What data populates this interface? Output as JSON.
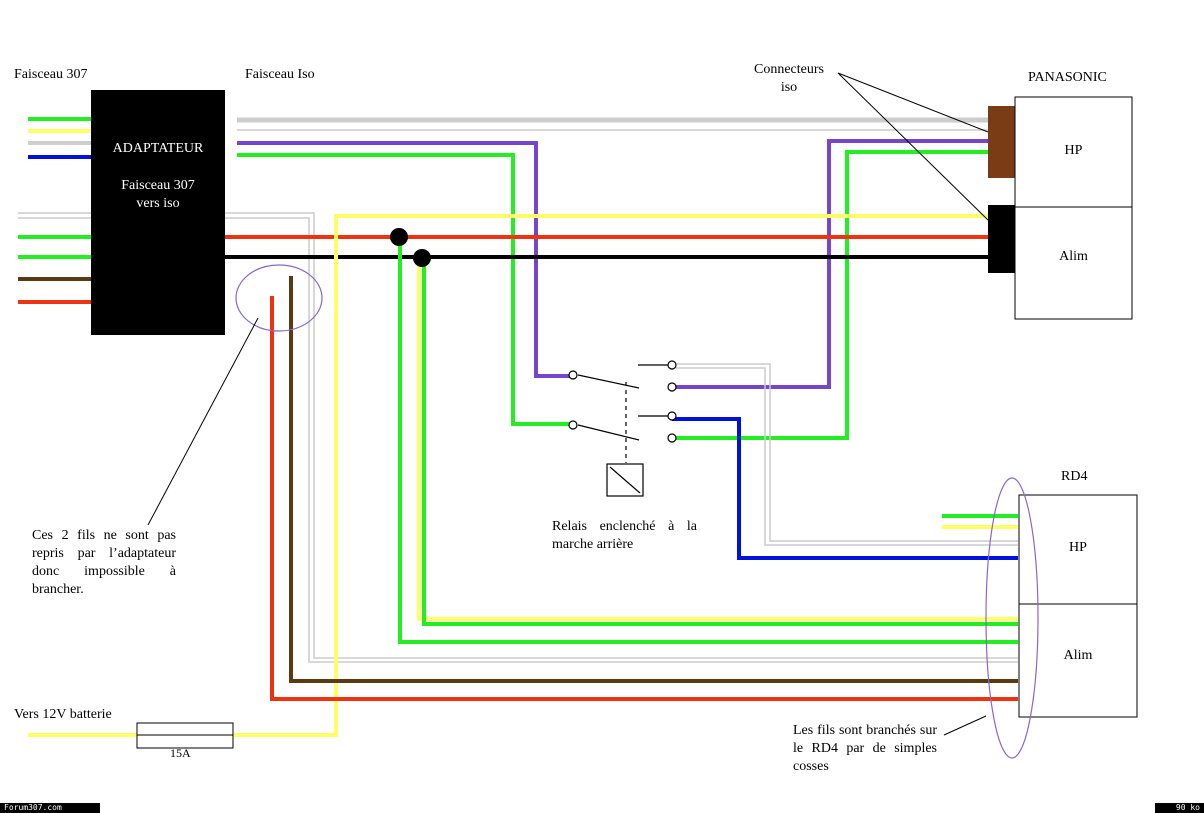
{
  "labels": {
    "faisceau_307": "Faisceau 307",
    "faisceau_iso": "Faisceau Iso",
    "adaptateur_title": "ADAPTATEUR",
    "adaptateur_sub_1": "Faisceau 307",
    "adaptateur_sub_2": "vers iso",
    "connecteurs_1": "Connecteurs",
    "connecteurs_2": "iso",
    "panasonic": "PANASONIC",
    "panasonic_hp": "HP",
    "panasonic_alim": "Alim",
    "rd4": "RD4",
    "rd4_hp": "HP",
    "rd4_alim": "Alim",
    "note_left": "Ces 2 fils ne sont pas repris par l’adaptateur donc impossible à brancher.",
    "relais": "Relais enclenché à la marche arrière",
    "note_right": "Les fils sont branchés sur le RD4 par de simples cosses",
    "batterie": "Vers 12V batterie",
    "fuse": "15A",
    "footer_left": "Forum307.com",
    "footer_right": "90 ko"
  },
  "colors": {
    "green": "#22ee22",
    "yellow": "#ffff66",
    "white_wire": "#cfcfcf",
    "blue": "#0011dd",
    "purple": "#7744cc",
    "red": "#ee3311",
    "black": "#000000",
    "brown": "#5a3a10",
    "iso_brown": "#7a3c14",
    "ellipse": "#8a66cc"
  }
}
